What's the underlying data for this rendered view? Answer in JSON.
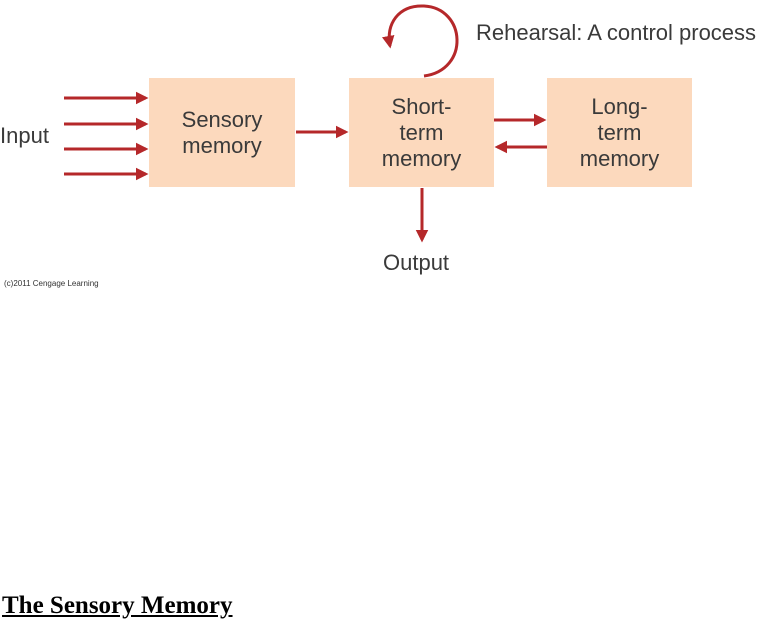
{
  "diagram": {
    "boxes": {
      "sensory": "Sensory\nmemory",
      "short_term": "Short-\nterm\nmemory",
      "long_term": "Long-\nterm\nmemory"
    },
    "labels": {
      "input": "Input",
      "output": "Output",
      "rehearsal": "Rehearsal: A control process"
    },
    "credit": "(c)2011 Cengage Learning",
    "colors": {
      "box_fill": "#fcd9bd",
      "arrow": "#b5282a",
      "text": "#3a3a3a"
    }
  },
  "document": {
    "heading": "The Sensory Memory"
  }
}
